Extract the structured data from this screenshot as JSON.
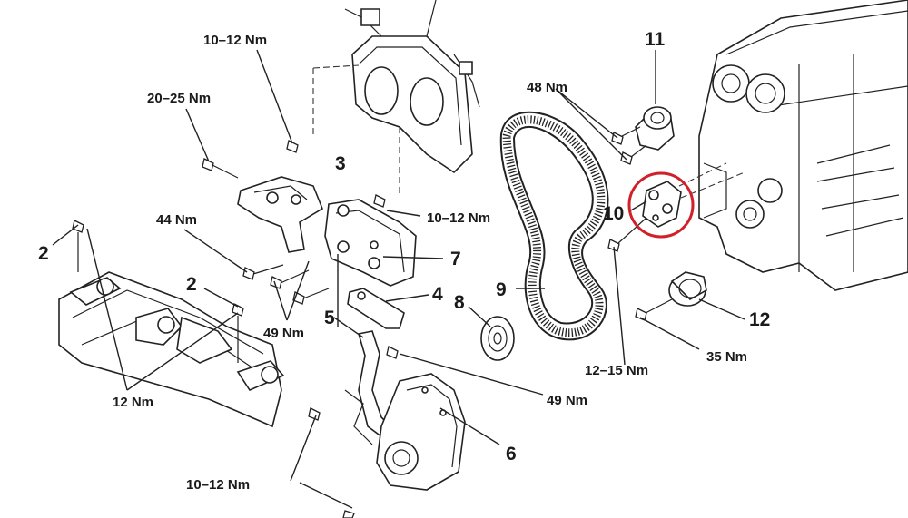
{
  "colors": {
    "highlight": "#d0202a",
    "ink": "#1a1a1a"
  },
  "labels": {
    "p2a": "2",
    "p2b": "2",
    "p3": "3",
    "p4": "4",
    "p5": "5",
    "p6": "6",
    "p7": "7",
    "p8": "8",
    "p9": "9",
    "p10": "10",
    "p11": "11",
    "p12": "12"
  },
  "torques": {
    "t1": "10–12 Nm",
    "t2": "20–25 Nm",
    "t3": "44 Nm",
    "t4": "10–12 Nm",
    "t5": "48 Nm",
    "t6": "49 Nm",
    "t7": "12 Nm",
    "t8": "49 Nm",
    "t9": "12–15 Nm",
    "t10": "35 Nm",
    "t11": "10–12 Nm"
  }
}
